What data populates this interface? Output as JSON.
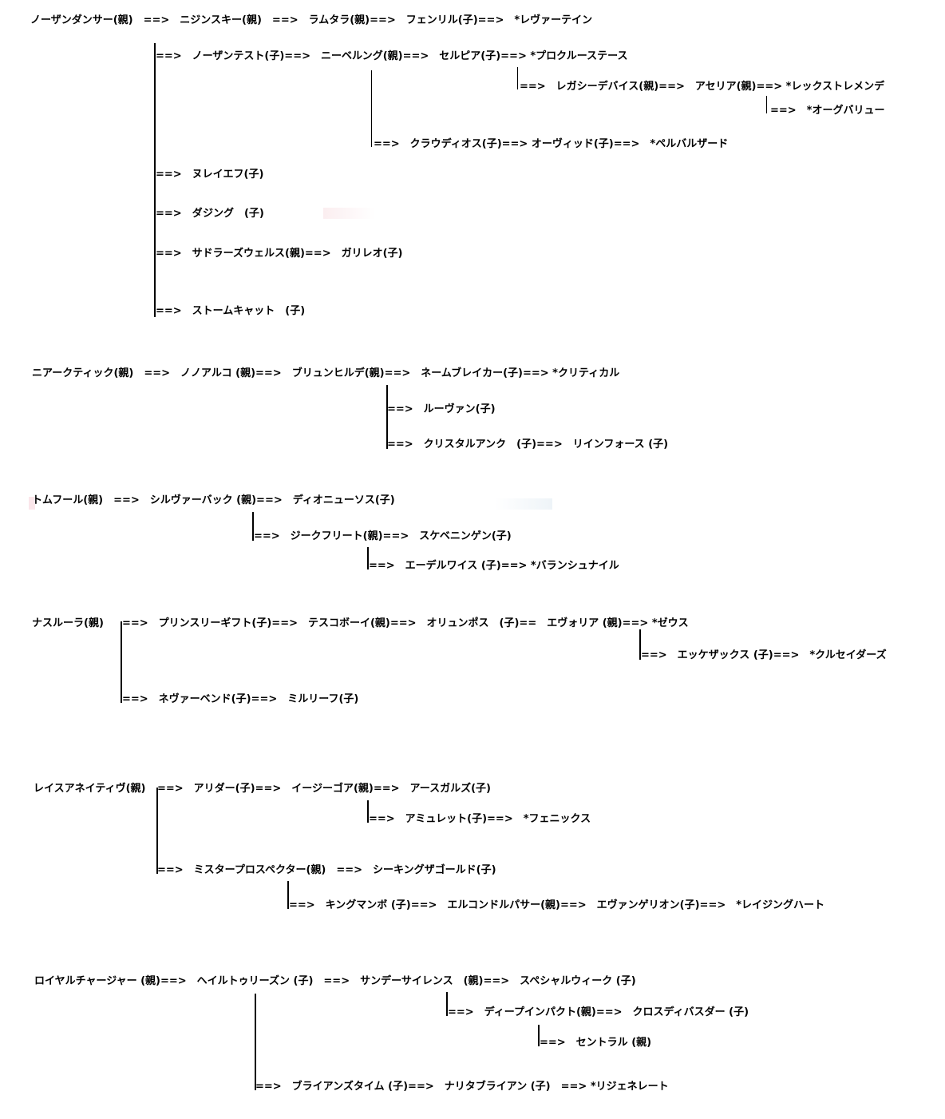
{
  "families": [
    {
      "lines": [
        "ノーザンダンサー(親)　==>　ニジンスキー(親)　==>　ラムタラ(親)==>　フェンリル(子)==>　*レヴァーテイン",
        "==>　ノーザンテスト(子)==>　ニーベルング(親)==>　セルピア(子)==> *プロクルーステース",
        "==>　レガシーデバイス(親)==>　アセリア(親)==> *レックストレメンデ",
        "==>　*オーグバリュー",
        "==>　クラウディオス(子)==> オーヴィッド(子)==>　*ペルバルザード",
        "==>　ヌレイエフ(子)",
        "==>　ダジング　(子)",
        "==>　サドラーズウェルス(親)==>　ガリレオ(子)",
        "==>　ストームキャット　(子)"
      ]
    },
    {
      "lines": [
        "ニアークティック(親)　==>　ノノアルコ (親)==>　ブリュンヒルデ(親)==>　ネームブレイカー(子)==> *クリティカル",
        "==>　ルーヴァン(子)",
        "==>　クリスタルアンク　(子)==>　リインフォース (子)"
      ]
    },
    {
      "lines": [
        "トムフール(親)　==>　シルヴァーバック (親)==>　ディオニューソス(子)",
        "==>　ジークフリート(親)==>　スケベニンゲン(子)",
        "==>　エーデルワイス (子)==> *バランシュナイル"
      ]
    },
    {
      "lines": [
        "ナスルーラ(親)",
        "==>　プリンスリーギフト(子)==>　テスコボーイ(親)==>　オリュンポス　(子)==　エヴォリア (親)==> *ゼウス",
        "==>　エッケザックス (子)==>　*クルセイダーズ",
        "==>　ネヴァーベンド(子)==>　ミルリーフ(子)"
      ]
    },
    {
      "lines": [
        "レイスアネイティヴ(親)",
        "==>　アリダー(子)==>　イージーゴア(親)==>　アースガルズ(子)",
        "==>　アミュレット(子)==>　*フェニックス",
        "==>　ミスタープロスペクター(親)　==>　シーキングザゴールド(子)",
        "==>　キングマンボ (子)==>　エルコンドルパサー(親)==>　エヴァンゲリオン(子)==>　*レイジングハート"
      ]
    },
    {
      "lines": [
        "ロイヤルチャージャー (親)==>　ヘイルトゥリーズン (子)　==>　サンデーサイレンス　(親)==>　スペシャルウィーク (子)",
        "==>　ディープインパクト(親)==>　クロスディバスダー (子)",
        "==>　セントラル (親)",
        "==>　ブライアンズタイム (子)==>　ナリタブライアン (子)　==> *リジェネレート"
      ]
    }
  ]
}
